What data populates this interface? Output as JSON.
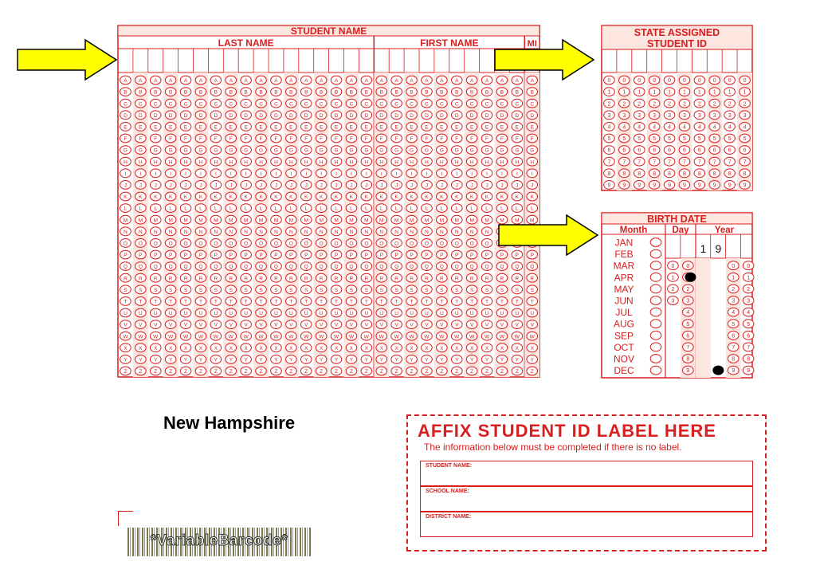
{
  "student_name": {
    "title": "STUDENT NAME",
    "last_label": "LAST NAME",
    "first_label": "FIRST NAME",
    "mi_label": "MI",
    "letters": [
      "A",
      "B",
      "C",
      "D",
      "E",
      "F",
      "G",
      "H",
      "I",
      "J",
      "K",
      "L",
      "M",
      "N",
      "O",
      "P",
      "Q",
      "R",
      "S",
      "T",
      "U",
      "V",
      "W",
      "X",
      "Y",
      "Z"
    ]
  },
  "state_id": {
    "title_line1": "STATE ASSIGNED",
    "title_line2": "STUDENT ID",
    "digits": [
      "0",
      "1",
      "2",
      "3",
      "4",
      "5",
      "6",
      "7",
      "8",
      "9"
    ]
  },
  "birth_date": {
    "title": "BIRTH DATE",
    "month_label": "Month",
    "day_label": "Day",
    "year_label": "Year",
    "months": [
      "JAN",
      "FEB",
      "MAR",
      "APR",
      "MAY",
      "JUN",
      "JUL",
      "AUG",
      "SEP",
      "OCT",
      "NOV",
      "DEC"
    ],
    "year_prefix": [
      "1",
      "9"
    ],
    "day_first_digits": [
      "0",
      "1",
      "2",
      "3"
    ],
    "digits": [
      "0",
      "1",
      "2",
      "3",
      "4",
      "5",
      "6",
      "7",
      "8",
      "9"
    ]
  },
  "state_name": "New Hampshire",
  "affix": {
    "title": "AFFIX STUDENT ID LABEL HERE",
    "subtitle": "The information below must be completed if there is no label.",
    "student_name": "STUDENT NAME:",
    "school_name": "SCHOOL NAME:",
    "district_name": "DISTRICT NAME:"
  },
  "barcode_text": "*VariableBarcode*",
  "colors": {
    "form_red": "#d81e1e",
    "shade": "#fde5e0",
    "arrow_fill": "#ffff00"
  }
}
